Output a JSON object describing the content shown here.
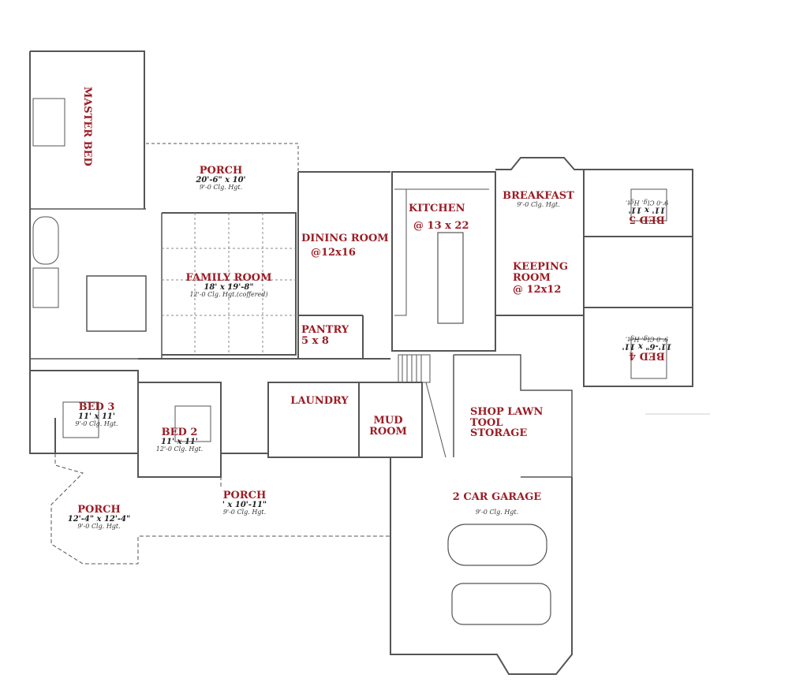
{
  "colors": {
    "label": "#9b1c24",
    "wall": "#555555"
  },
  "rooms": {
    "master_bed": {
      "name": "MASTER BED"
    },
    "porch_rear": {
      "name": "PORCH",
      "dim": "20'-6\" x 10'",
      "clg": "9'-0 Clg. Hgt."
    },
    "family_room": {
      "name": "FAMILY ROOM",
      "dim": "18' x 19'-8\"",
      "clg": "12'-0 Clg. Hgt.(coffered)"
    },
    "dining_room": {
      "name": "DINING ROOM",
      "dim": "@12x16"
    },
    "kitchen": {
      "name": "KITCHEN",
      "dim": "@ 13 x 22"
    },
    "breakfast": {
      "name": "BREAKFAST",
      "clg": "9'-0 Clg. Hgt."
    },
    "keeping_room": {
      "name": "KEEPING ROOM",
      "dim": "@ 12x12"
    },
    "bed5": {
      "name": "BED 5",
      "dim": "11' x 11'",
      "clg": "9'-0 Clg. Hgt."
    },
    "bed4": {
      "name": "BED 4",
      "dim": "11'-6\" x 11'",
      "clg": "9'-0 Clg. Hgt."
    },
    "pantry": {
      "name": "PANTRY",
      "dim": "5 x 8"
    },
    "laundry": {
      "name": "LAUNDRY"
    },
    "mud_room": {
      "name": "MUD ROOM"
    },
    "shop": {
      "name": "SHOP LAWN TOOL STORAGE"
    },
    "bed3": {
      "name": "BED 3",
      "dim": "11' x 11'",
      "clg": "9'-0 Clg. Hgt."
    },
    "bed2": {
      "name": "BED 2",
      "dim": "11' x 11'",
      "clg": "12'-0 Clg. Hgt."
    },
    "porch_front": {
      "name": "PORCH",
      "dim": "' x 10'-11\"",
      "clg": "9'-0 Clg. Hgt."
    },
    "porch_round": {
      "name": "PORCH",
      "dim": "12'-4\" x 12'-4\"",
      "clg": "9'-0 Clg. Hgt."
    },
    "garage": {
      "name": "2 CAR GARAGE",
      "clg": "9'-0 Clg. Hgt."
    }
  }
}
